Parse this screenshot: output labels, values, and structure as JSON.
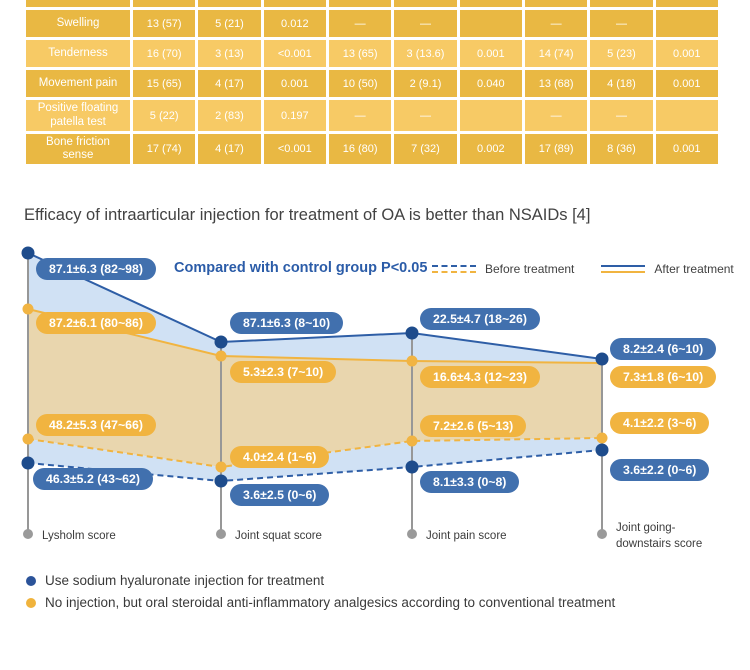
{
  "table": {
    "rows": [
      {
        "label": "Swelling",
        "cells": [
          "13 (57)",
          "5 (21)",
          "0.012",
          "—",
          "—",
          "",
          "—",
          "—",
          ""
        ]
      },
      {
        "label": "Tenderness",
        "cells": [
          "16 (70)",
          "3 (13)",
          "<0.001",
          "13 (65)",
          "3 (13.6)",
          "0.001",
          "14 (74)",
          "5 (23)",
          "0.001"
        ]
      },
      {
        "label": "Movement pain",
        "cells": [
          "15 (65)",
          "4 (17)",
          "0.001",
          "10 (50)",
          "2 (9.1)",
          "0.040",
          "13 (68)",
          "4 (18)",
          "0.001"
        ]
      },
      {
        "label": "Positive floating patella test",
        "cells": [
          "5 (22)",
          "2 (83)",
          "0.197",
          "—",
          "—",
          "",
          "—",
          "—",
          ""
        ]
      },
      {
        "label": "Bone friction sense",
        "cells": [
          "17 (74)",
          "4 (17)",
          "<0.001",
          "16 (80)",
          "7 (32)",
          "0.002",
          "17 (89)",
          "8 (36)",
          "0.001"
        ]
      }
    ]
  },
  "section_title": "Efficacy of intraarticular injection for treatment of OA is better than NSAIDs [4]",
  "chart": {
    "annotation": "Compared with control group P<0.05",
    "line_legend": {
      "before": "Before treatment",
      "after": "After treatment"
    },
    "axes": [
      "Lysholm score",
      "Joint squat score",
      "Joint pain score",
      "Joint going-downstairs score"
    ],
    "pills": {
      "blue_after": [
        "87.1±6.3 (82~98)",
        "87.1±6.3 (8~10)",
        "22.5±4.7 (18~26)",
        "8.2±2.4 (6~10)"
      ],
      "yellow_after": [
        "87.2±6.1 (80~86)",
        "5.3±2.3 (7~10)",
        "16.6±4.3 (12~23)",
        "7.3±1.8 (6~10)"
      ],
      "yellow_before": [
        "48.2±5.3 (47~66)",
        "4.0±2.4 (1~6)",
        "7.2±2.6 (5~13)",
        "4.1±2.2 (3~6)"
      ],
      "blue_before": [
        "46.3±5.2 (43~62)",
        "3.6±2.5 (0~6)",
        "8.1±3.3 (0~8)",
        "3.6±2.2 (0~6)"
      ]
    }
  },
  "bottom_legend": [
    {
      "label": "Use sodium hyaluronate injection for treatment",
      "color": "#2b5399"
    },
    {
      "label": "No injection, but oral steroidal anti-inflammatory analgesics according to conventional treatment",
      "color": "#f0b33c"
    }
  ],
  "colors": {
    "table_row_dark": "#e9b843",
    "table_row_light": "#f7ca65",
    "blue_line": "#2e5ea6",
    "blue_dot": "#1e4c8c",
    "blue_pill": "#4170ae",
    "yellow": "#f1b440",
    "fill_light_blue": "#d0e1f4",
    "fill_tan": "#e9d6ae",
    "axis_gray": "#979797"
  },
  "chart_data": {
    "type": "line",
    "title": "Efficacy of intraarticular injection for treatment of OA is better than NSAIDs [4]",
    "categories": [
      "Lysholm score",
      "Joint squat score",
      "Joint pain score",
      "Joint going-downstairs score"
    ],
    "series": [
      {
        "name": "Sodium hyaluronate injection group — after treatment",
        "line": "solid",
        "color": "#2e5ea6",
        "values": [
          87.1,
          87.1,
          22.5,
          8.2
        ],
        "labels": [
          "87.1±6.3 (82~98)",
          "87.1±6.3 (8~10)",
          "22.5±4.7 (18~26)",
          "8.2±2.4 (6~10)"
        ]
      },
      {
        "name": "Conventional treatment (oral NSAID) group — after treatment",
        "line": "solid",
        "color": "#f1b440",
        "values": [
          87.2,
          5.3,
          16.6,
          7.3
        ],
        "labels": [
          "87.2±6.1 (80~86)",
          "5.3±2.3 (7~10)",
          "16.6±4.3 (12~23)",
          "7.3±1.8 (6~10)"
        ]
      },
      {
        "name": "Conventional treatment (oral NSAID) group — before treatment",
        "line": "dashed",
        "color": "#f1b440",
        "values": [
          48.2,
          4.0,
          7.2,
          4.1
        ],
        "labels": [
          "48.2±5.3 (47~66)",
          "4.0±2.4 (1~6)",
          "7.2±2.6 (5~13)",
          "4.1±2.2 (3~6)"
        ]
      },
      {
        "name": "Sodium hyaluronate injection group — before treatment",
        "line": "dashed",
        "color": "#2e5ea6",
        "values": [
          46.3,
          3.6,
          8.1,
          3.6
        ],
        "labels": [
          "46.3±5.2 (43~62)",
          "3.6±2.5 (0~6)",
          "8.1±3.3 (0~8)",
          "3.6±2.2 (0~6)"
        ]
      }
    ],
    "annotation": "Compared with control group P<0.05",
    "legend_position": "top-right",
    "grid": false
  }
}
